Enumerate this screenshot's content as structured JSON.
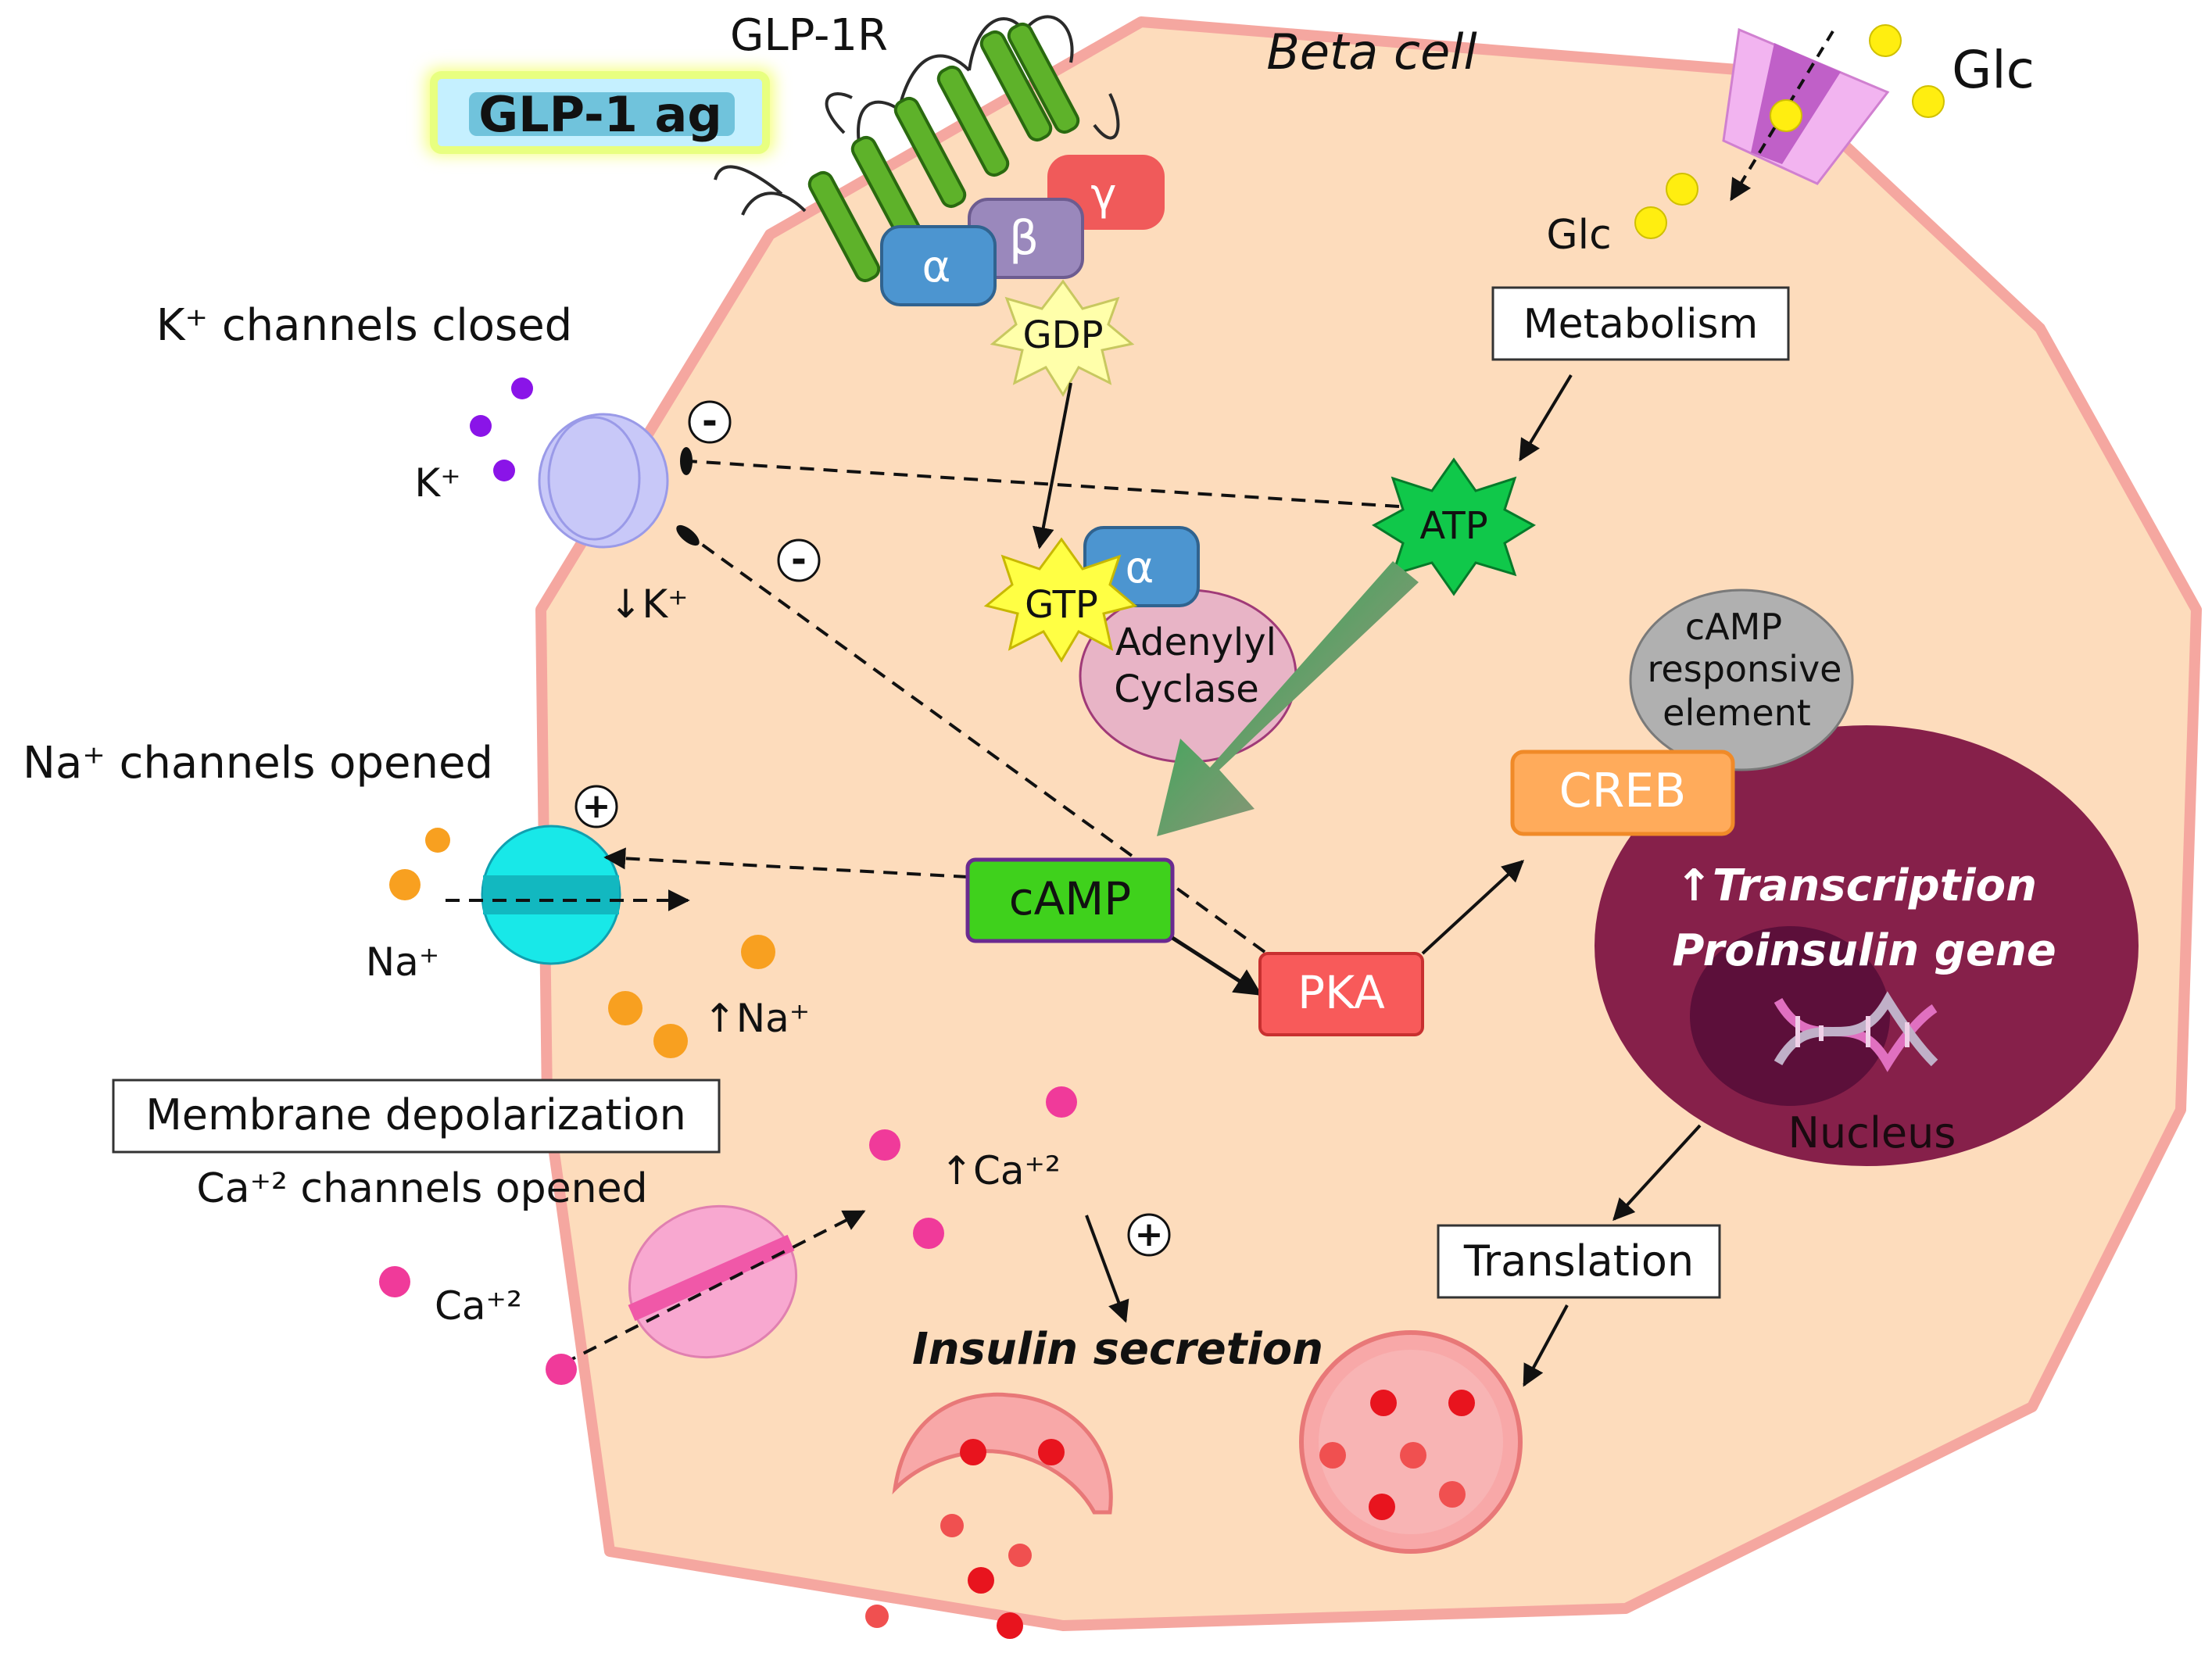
{
  "labels": {
    "cell": "Beta cell",
    "receptor": "GLP-1R",
    "agonist": "GLP-1 ag",
    "alpha": "α",
    "beta": "β",
    "gamma": "γ",
    "gdp": "GDP",
    "gtp": "GTP",
    "alpha2": "α",
    "adenylyl1": "Adenylyl",
    "adenylyl2": "Cyclase",
    "glc_outside": "Glc",
    "glc_inside": "Glc",
    "metabolism": "Metabolism",
    "atp": "ATP",
    "k_channels": "K⁺ channels closed",
    "k_ion": "K⁺",
    "k_down": "↓K⁺",
    "na_channels": "Na⁺ channels opened",
    "na_ion": "Na⁺",
    "na_up": "↑Na⁺",
    "membrane_depol": "Membrane depolarization",
    "ca_channels": "Ca⁺² channels opened",
    "ca_ion": "Ca⁺²",
    "ca_up": "↑Ca⁺²",
    "camp": "cAMP",
    "pka": "PKA",
    "creb": "CREB",
    "cre1": "cAMP",
    "cre2": "responsive",
    "cre3": "element",
    "transcription": "↑Transcription",
    "proinsulin": "Proinsulin gene",
    "nucleus": "Nucleus",
    "translation": "Translation",
    "insulin_secretion": "Insulin secretion",
    "minus1": "-",
    "minus2": "-",
    "plus_na": "+",
    "plus_ca": "+"
  },
  "colors": {
    "cell_fill": "#fddcbc",
    "cell_stroke": "#f5a7a0",
    "nucleus": "#86204a",
    "nucleolus": "#5c0f3a",
    "camp_box": "#3fd11c",
    "pka_box": "#f85a5a",
    "creb_box": "#ffab5b",
    "atp": "#10c84a",
    "gdp": "#ffffaa",
    "gtp": "#ffff44",
    "helix": "#5eb22a",
    "alpha": "#4c95d0",
    "beta": "#9a88bc",
    "gamma": "#f05a5a",
    "k_dot": "#8a14e8",
    "na_dot": "#f8a020",
    "ca_dot": "#f03a9a",
    "glc_dot": "#ffee10",
    "vesicle": "#f8a8a8",
    "granule": "#e8141e"
  }
}
